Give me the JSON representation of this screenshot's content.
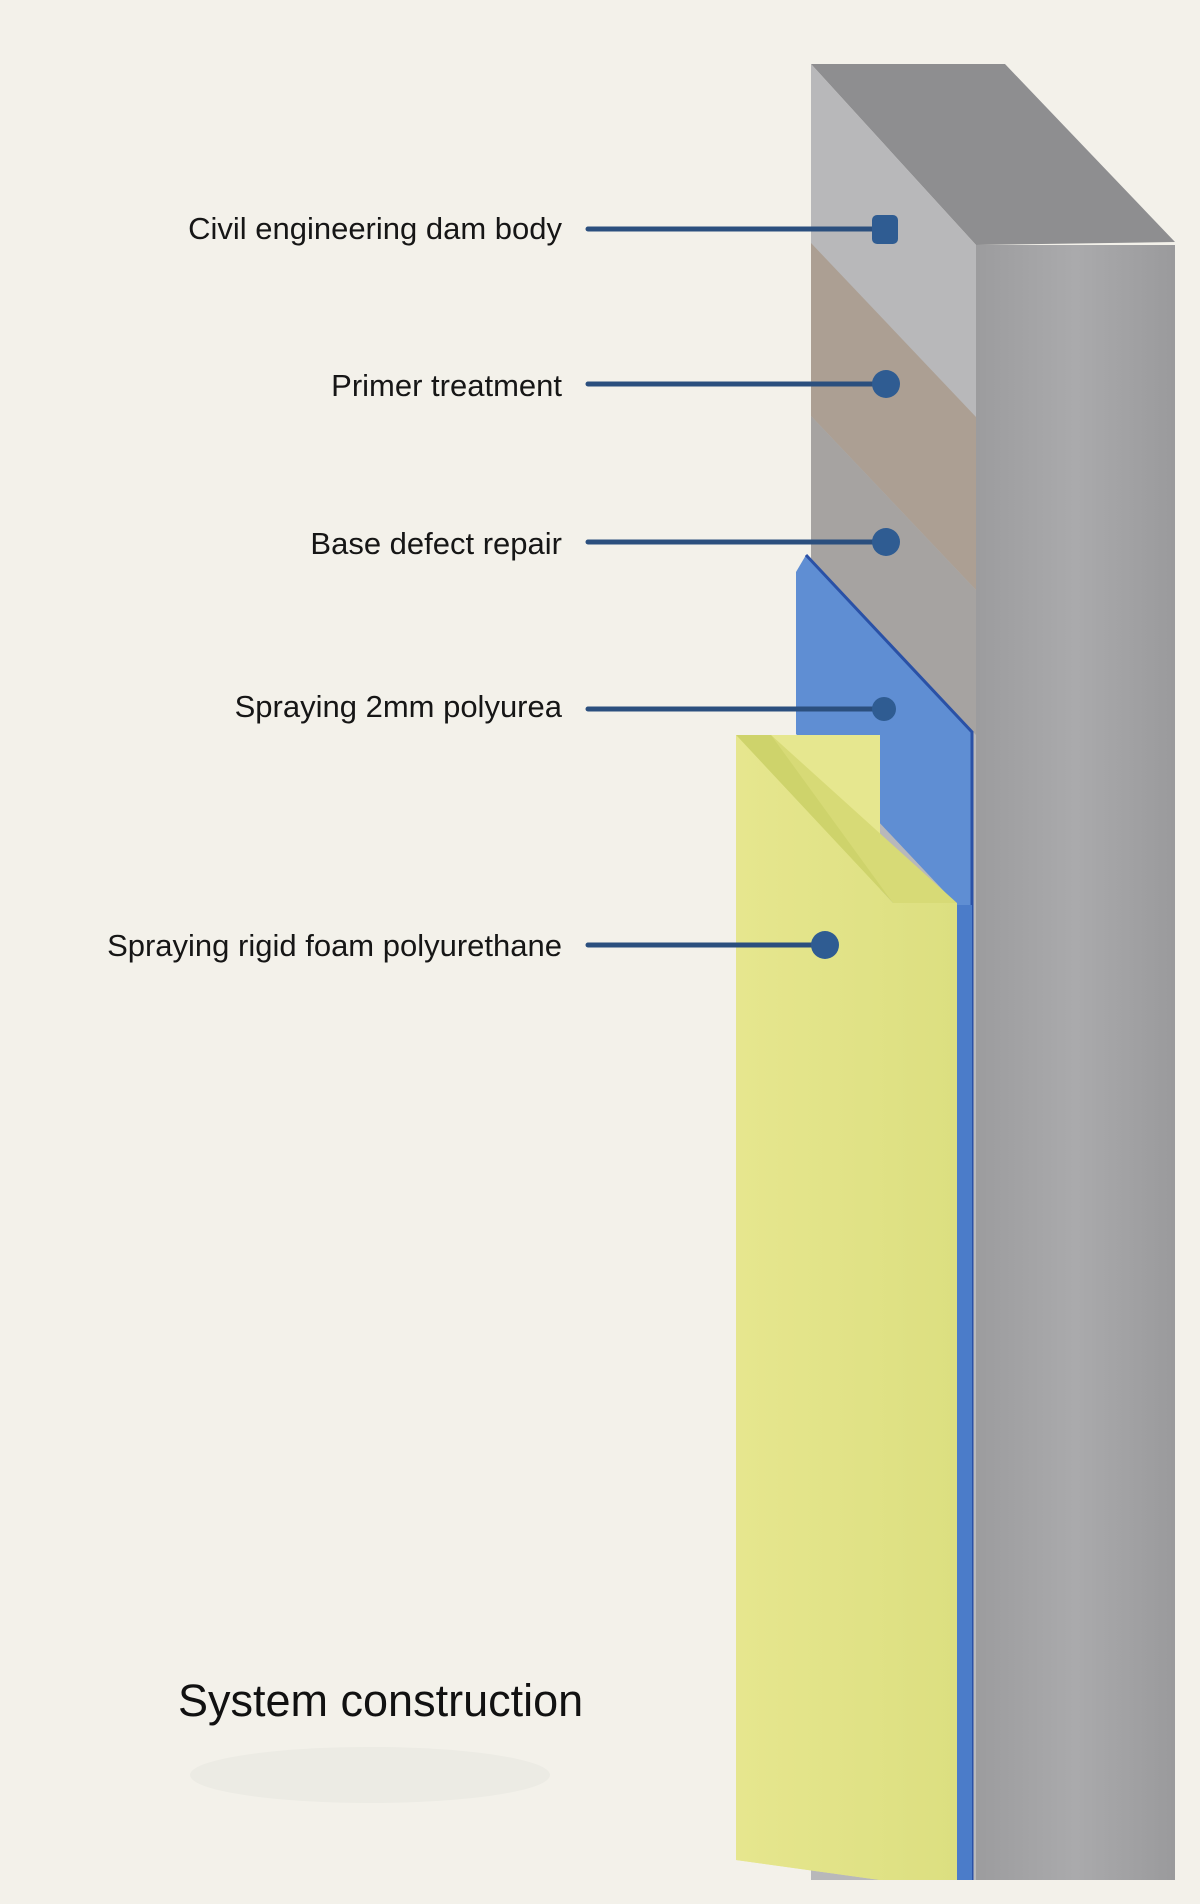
{
  "diagram": {
    "title": "System construction",
    "layers": [
      {
        "id": "dam-body",
        "label": "Civil engineering dam body",
        "color": "#a9a9ab"
      },
      {
        "id": "primer",
        "label": "Primer treatment",
        "color": "#ac9f93"
      },
      {
        "id": "defect-repair",
        "label": "Base defect repair",
        "color": "#a5a2a0"
      },
      {
        "id": "polyurea",
        "label": "Spraying 2mm polyurea",
        "color": "#5f8ed3"
      },
      {
        "id": "foam",
        "label": "Spraying rigid foam polyurethane",
        "color": "#e2e488"
      }
    ],
    "leader_color": "#2b4f7e"
  }
}
